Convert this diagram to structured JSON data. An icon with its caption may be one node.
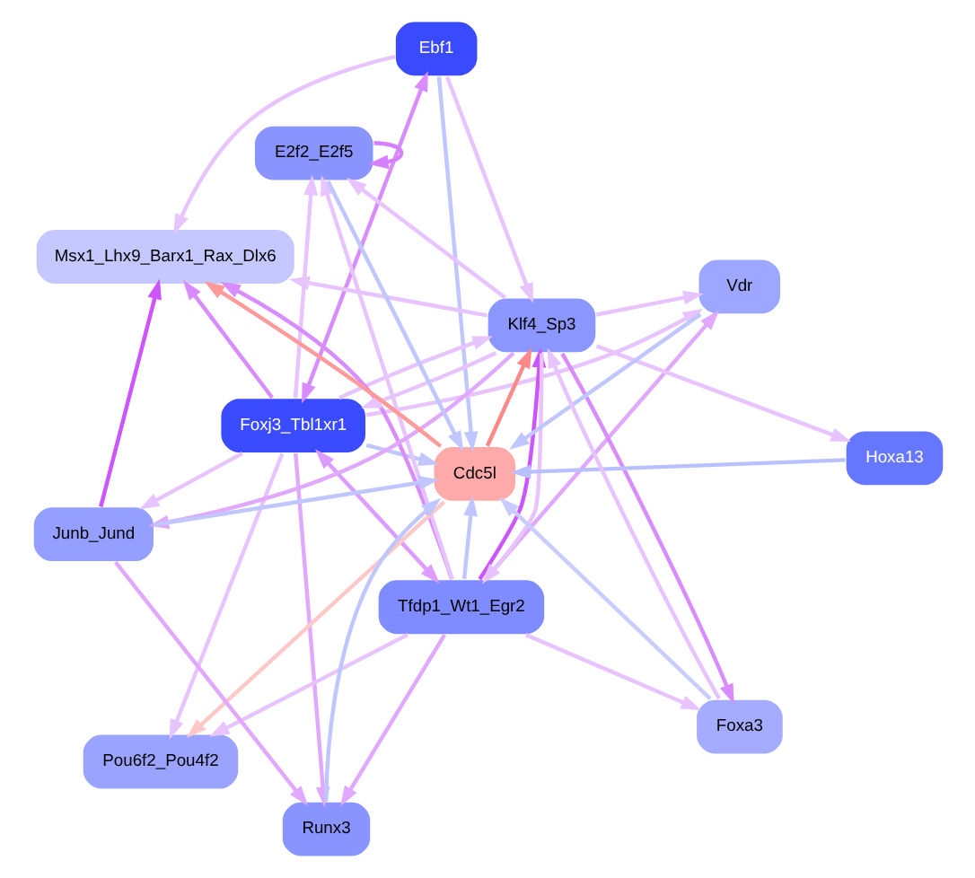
{
  "diagram": {
    "nodes": [
      {
        "text": [
          "Ebf1"
        ]
      },
      {
        "text": [
          "Pou6f2_Pou4f2"
        ]
      },
      {
        "text": [
          "Foxj3_Tbl1xr1"
        ]
      },
      {
        "text": [
          "Msx1_Lhx9_Barx1_Rax_Dlx6"
        ]
      },
      {
        "text": [
          "Tfdp1_Wt1_Egr2"
        ]
      },
      {
        "text": [
          "Klf4_Sp3"
        ]
      },
      {
        "text": [
          "Cdc5l"
        ]
      },
      {
        "text": [
          "E2f2_E2f5"
        ]
      },
      {
        "text": [
          "Junb_Jund"
        ]
      },
      {
        "text": [
          "Runx3"
        ]
      },
      {
        "text": [
          "Hoxa13"
        ]
      },
      {
        "text": [
          "Vdr"
        ]
      },
      {
        "text": [
          "Foxa3"
        ]
      }
    ],
    "edges": [
      {
        "from": 0,
        "to": 6,
        "arrow": "to",
        "color": "#c0c6ff"
      },
      {
        "from": 2,
        "to": 6,
        "arrow": "to",
        "color": "#c0c6ff"
      },
      {
        "from": 4,
        "to": 6,
        "arrow": "to",
        "color": "#c0c6ff"
      },
      {
        "from": 7,
        "to": 6,
        "arrow": "to",
        "color": "#c0c6ff"
      },
      {
        "from": 8,
        "to": 6,
        "arrow": "to",
        "color": "#c0c6ff"
      },
      {
        "from": 9,
        "to": 6,
        "arrow": "to",
        "color": "#c0c6ff"
      },
      {
        "from": 10,
        "to": 6,
        "arrow": "to",
        "color": "#b8c0ff"
      },
      {
        "from": 11,
        "to": 6,
        "arrow": "to",
        "color": "#c0c6ff"
      },
      {
        "from": 12,
        "to": 6,
        "arrow": "to",
        "color": "#c8ccff"
      },
      {
        "from": 6,
        "to": 3,
        "arrow": "to",
        "color": "#ff9a9a"
      },
      {
        "from": 6,
        "to": 5,
        "arrow": "to",
        "color": "#ff8888"
      },
      {
        "from": 6,
        "to": 1,
        "arrow": "to",
        "color": "#ffc8c8"
      },
      {
        "from": 2,
        "to": 0,
        "arrow": "both",
        "color": "#d98cff"
      },
      {
        "from": 2,
        "to": 4,
        "arrow": "both",
        "color": "#dd9cff"
      },
      {
        "from": 2,
        "to": 3,
        "arrow": "to",
        "color": "#d98cff"
      },
      {
        "from": 2,
        "to": 1,
        "arrow": "to"
      },
      {
        "from": 4,
        "to": 1,
        "arrow": "to"
      },
      {
        "from": 0,
        "to": 3,
        "arrow": "to"
      },
      {
        "from": 5,
        "to": 2,
        "arrow": "to"
      },
      {
        "from": 4,
        "to": 3,
        "arrow": "to",
        "color": "#d98cff"
      },
      {
        "from": 4,
        "to": 5,
        "arrow": "to",
        "color": "#cc55ff"
      },
      {
        "from": 5,
        "to": 4,
        "arrow": "to"
      },
      {
        "from": 5,
        "to": 7,
        "arrow": "to"
      },
      {
        "from": 4,
        "to": 7,
        "arrow": "to"
      },
      {
        "from": 7,
        "to": 7,
        "arrow": "to",
        "color": "#d580ff"
      },
      {
        "from": 2,
        "to": 7,
        "arrow": "to"
      },
      {
        "from": 2,
        "to": 9,
        "arrow": "to",
        "color": "#e0a8ff"
      },
      {
        "from": 4,
        "to": 9,
        "arrow": "to",
        "color": "#e0a8ff"
      },
      {
        "from": 8,
        "to": 9,
        "arrow": "to",
        "color": "#e0a8ff"
      },
      {
        "from": 2,
        "to": 11,
        "arrow": "to"
      },
      {
        "from": 4,
        "to": 11,
        "arrow": "to",
        "color": "#e0a8ff"
      },
      {
        "from": 5,
        "to": 11,
        "arrow": "to"
      },
      {
        "from": 5,
        "to": 3,
        "arrow": "to"
      },
      {
        "from": 8,
        "to": 3,
        "arrow": "to",
        "color": "#cc55ff"
      },
      {
        "from": 5,
        "to": 8,
        "arrow": "to",
        "color": "#e0a8ff"
      },
      {
        "from": 5,
        "to": 10,
        "arrow": "to"
      },
      {
        "from": 5,
        "to": 12,
        "arrow": "to",
        "color": "#d98cff"
      },
      {
        "from": 12,
        "to": 5,
        "arrow": "to"
      },
      {
        "from": 4,
        "to": 12,
        "arrow": "to"
      },
      {
        "from": 2,
        "to": 5,
        "arrow": "to"
      },
      {
        "from": 0,
        "to": 5,
        "arrow": "to"
      },
      {
        "from": 2,
        "to": 8,
        "arrow": "to"
      }
    ]
  }
}
